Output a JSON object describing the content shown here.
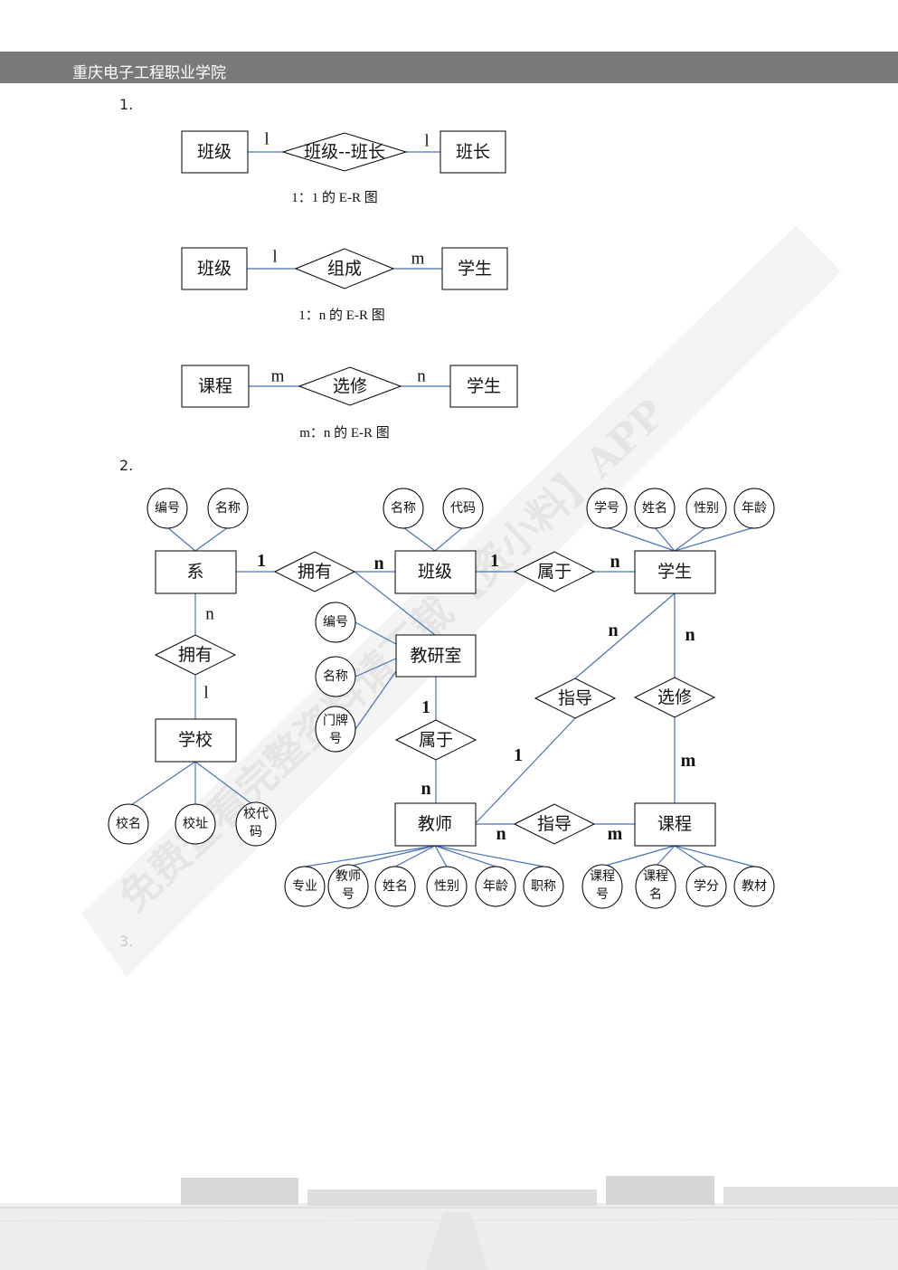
{
  "header": {
    "title": "重庆电子工程职业学院"
  },
  "sections": {
    "s1": "1.",
    "s2": "2.",
    "s3": "3."
  },
  "watermark": {
    "text": "免费查看完整资料请下载【资小料】APP"
  },
  "diagram1": {
    "er_1_1": {
      "left": "班级",
      "relation": "班级--班长",
      "right": "班长",
      "card_left": "l",
      "card_right": "l",
      "caption": "1：1 的 E-R 图"
    },
    "er_1_n": {
      "left": "班级",
      "relation": "组成",
      "right": "学生",
      "card_left": "l",
      "card_right": "m",
      "caption": "1：n 的 E-R 图"
    },
    "er_m_n": {
      "left": "课程",
      "relation": "选修",
      "right": "学生",
      "card_left": "m",
      "card_right": "n",
      "caption": "m：n 的 E-R 图"
    }
  },
  "diagram2": {
    "entities": {
      "xi": "系",
      "banji": "班级",
      "xuesheng": "学生",
      "jiaoyanshi": "教研室",
      "xuexiao": "学校",
      "jiaoshi": "教师",
      "kecheng": "课程"
    },
    "relations": {
      "yongyou1": "拥有",
      "shuyu1": "属于",
      "yongyou2": "拥有",
      "shuyu2": "属于",
      "zhidao1": "指导",
      "xuanxiu": "选修",
      "zhidao2": "指导"
    },
    "cardinalities": {
      "xi_yongyou": "1",
      "yongyou_banji": "n",
      "banji_shuyu": "1",
      "shuyu_xuesheng": "n",
      "xi_yongyou2": "n",
      "yongyou2_xuexiao": "l",
      "xuesheng_zhidao": "n",
      "xuesheng_xuanxiu": "n",
      "jiaoyanshi_shuyu": "1",
      "shuyu_jiaoshi": "n",
      "zhidao_jiaoshi": "1",
      "xuanxiu_kecheng": "m",
      "jiaoshi_zhidao2": "n",
      "zhidao2_kecheng": "m"
    },
    "attributes": {
      "xi": [
        "编号",
        "名称"
      ],
      "banji": [
        "名称",
        "代码"
      ],
      "xuesheng": [
        "学号",
        "姓名",
        "性别",
        "年龄"
      ],
      "jiaoyanshi": [
        "编号",
        "名称",
        "门牌",
        "号"
      ],
      "xuexiao": [
        "校名",
        "校址",
        "校代",
        "码"
      ],
      "jiaoshi": [
        "专业",
        "教师",
        "号",
        "姓名",
        "性别",
        "年龄",
        "职称"
      ],
      "kecheng": [
        "课程",
        "号",
        "课程",
        "名",
        "学分",
        "教材"
      ]
    }
  },
  "colors": {
    "header_bg": "#7a7a7a",
    "line": "#4a72b8"
  }
}
